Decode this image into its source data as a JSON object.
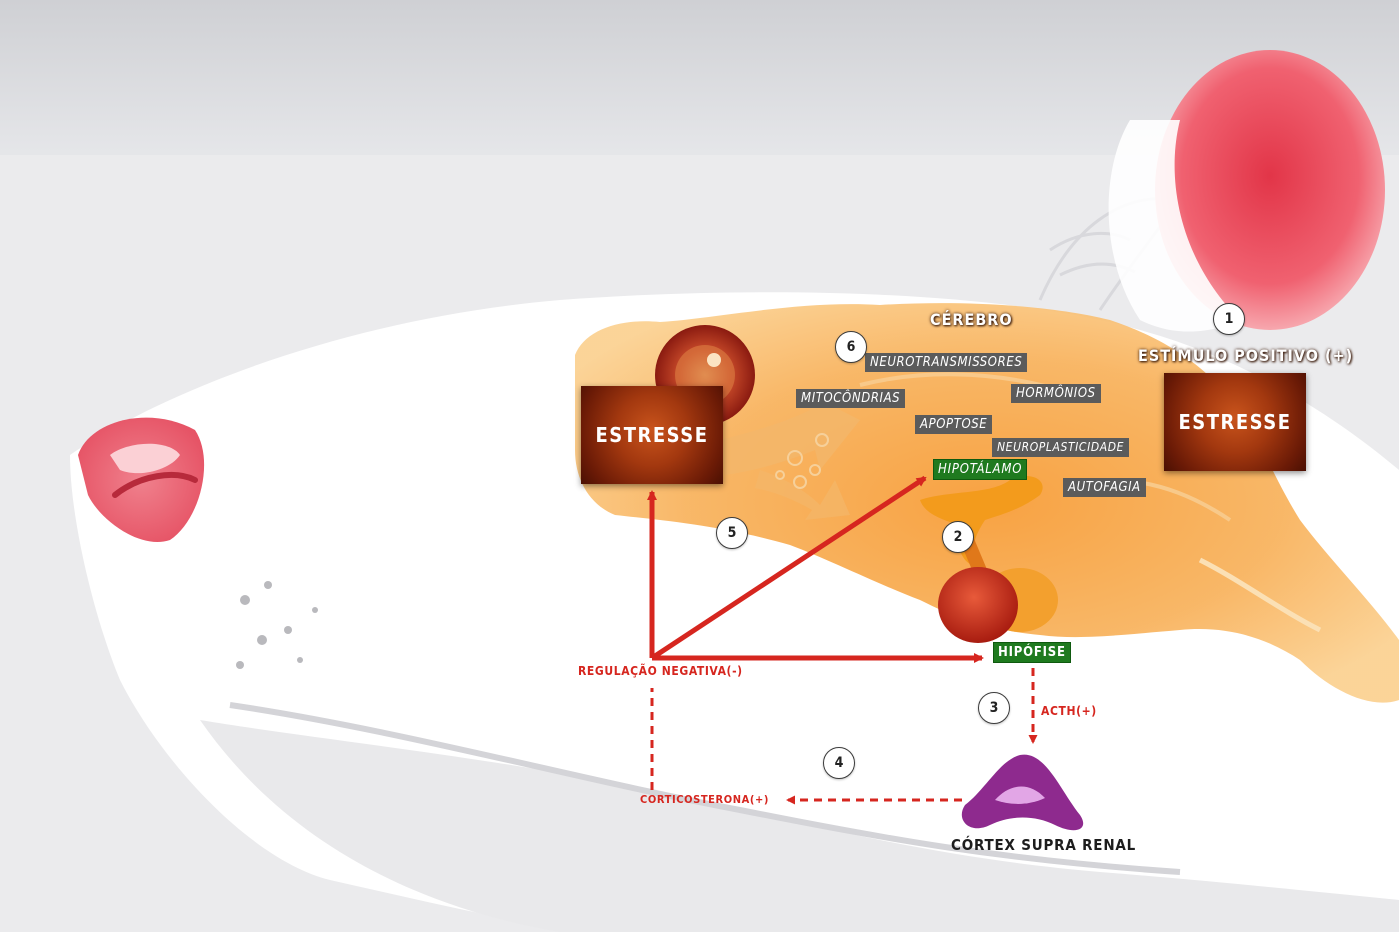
{
  "labels": {
    "cerebro": "CÉREBRO",
    "estimulo_positivo": "ESTÍMULO POSITIVO (+)",
    "estresse_left": "ESTRESSE",
    "estresse_right": "ESTRESSE",
    "neurotransmissores": "NEUROTRANSMISSORES",
    "hormonios": "HORMÔNIOS",
    "mitocondrias": "MITOCÔNDRIAS",
    "apoptose": "APOPTOSE",
    "neuroplasticidade": "NEUROPLASTICIDADE",
    "hipotalamo": "HIPOTÁLAMO",
    "autofagia": "AUTOFAGIA",
    "hipofise": "HIPÓFISE",
    "regulacao_negativa": "REGULAÇÃO NEGATIVA(-)",
    "acth": "ACTH(+)",
    "corticosterona": "CORTICOSTERONA(+)",
    "cortex_supra_renal": "CÓRTEX SUPRA RENAL"
  },
  "steps": [
    "1",
    "2",
    "3",
    "4",
    "5",
    "6"
  ],
  "colors": {
    "arrow_red": "#d6261f",
    "stress_box": "#a3380f",
    "green_tag": "#1f7a1f",
    "dark_tag": "#5b5b5b",
    "brain_orange": "#f6a437",
    "adrenal_purple": "#8e2a8e"
  }
}
